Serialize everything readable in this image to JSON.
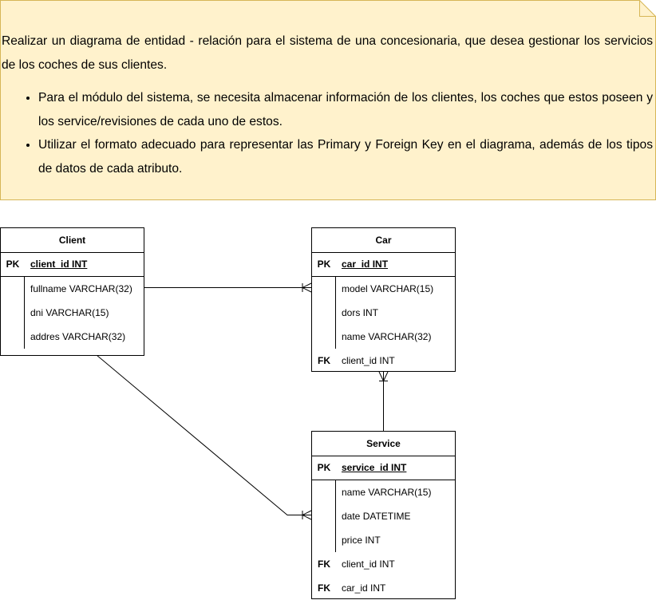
{
  "note": {
    "intro": "Realizar un diagrama de entidad - relación para el sistema de una concesionaria, que desea gestionar los servicios de los coches de sus clientes.",
    "bullets": [
      "Para el módulo del sistema, se necesita almacenar información de los clientes, los coches que estos poseen y los service/revisiones de cada uno de estos.",
      "Utilizar el formato adecuado para representar las Primary y Foreign Key en el diagrama, además de los tipos de datos de cada atributo."
    ]
  },
  "entities": {
    "client": {
      "name": "Client",
      "pk_label": "PK",
      "pk": "client_id INT",
      "attrs": [
        "fullname VARCHAR(32)",
        "dni VARCHAR(15)",
        "addres VARCHAR(32)"
      ]
    },
    "car": {
      "name": "Car",
      "pk_label": "PK",
      "pk": "car_id INT",
      "attrs": [
        "model VARCHAR(15)",
        "dors INT",
        "name VARCHAR(32)"
      ],
      "fk_label": "FK",
      "fks": [
        "client_id INT"
      ]
    },
    "service": {
      "name": "Service",
      "pk_label": "PK",
      "pk": "service_id INT",
      "attrs": [
        "name VARCHAR(15)",
        "date DATETIME",
        "price INT"
      ],
      "fk_label": "FK",
      "fks": [
        "client_id INT",
        "car_id INT"
      ]
    }
  },
  "colors": {
    "note_fill": "#fff2cc",
    "note_border": "#d6b656",
    "line": "#000000"
  }
}
